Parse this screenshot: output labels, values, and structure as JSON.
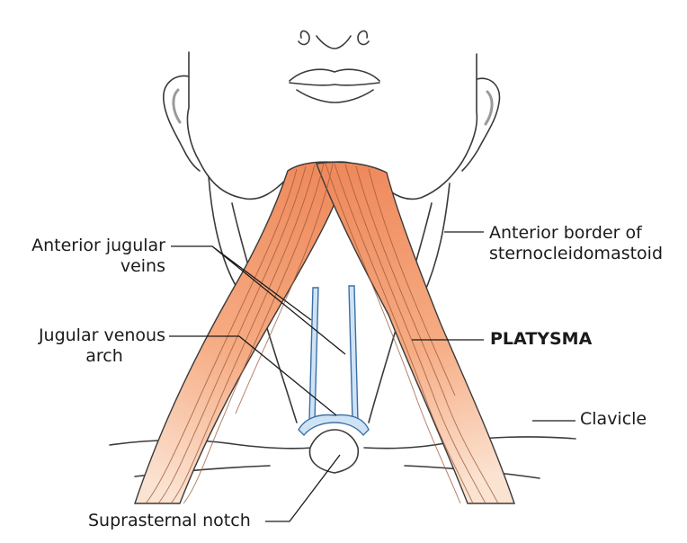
{
  "labels": {
    "anterior_jugular_veins": [
      "Anterior jugular",
      "veins"
    ],
    "jugular_venous_arch": [
      "Jugular venous",
      "arch"
    ],
    "anterior_border": [
      "Anterior border of",
      "sternocleidomastoid"
    ],
    "platysma": "PLATYSMA",
    "clavicle": "Clavicle",
    "suprasternal_notch": "Suprasternal notch"
  },
  "colors": {
    "outline": "#3a3a3a",
    "muscle_light": "#fbe3d2",
    "muscle_mid": "#f6ab82",
    "muscle_dark": "#ef8a5d",
    "muscle_fiber": "#9a5a3a",
    "vein_fill": "#cfe3f6",
    "vein_stroke": "#3d6fa5",
    "leader": "#1a1a1a"
  }
}
